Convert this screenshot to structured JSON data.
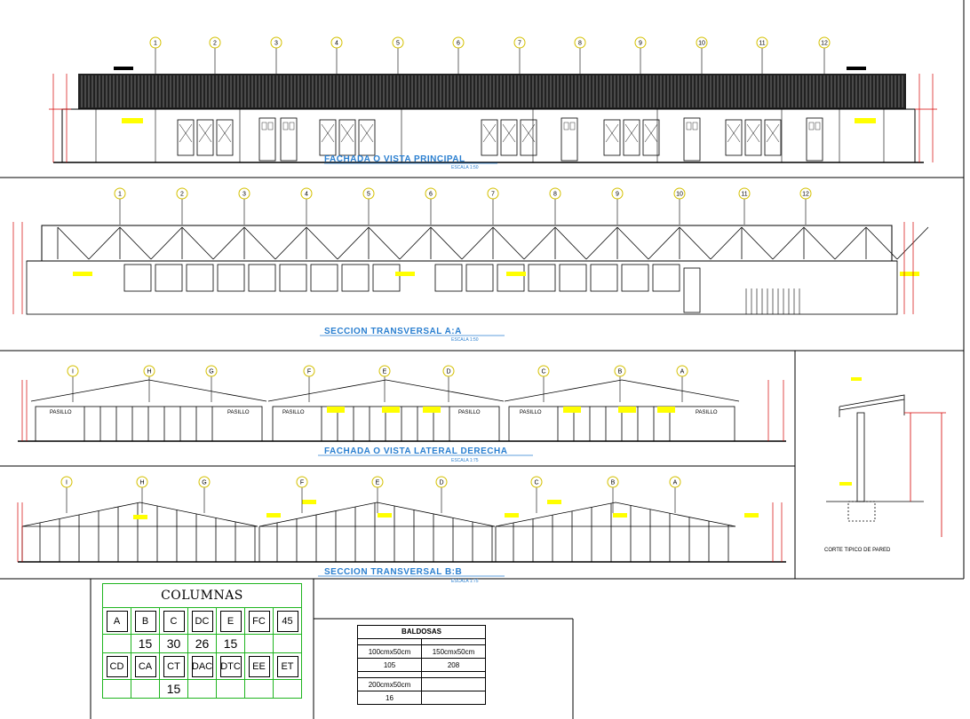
{
  "drawing": {
    "sections": [
      {
        "title": "FACHADA O VISTA PRINCIPAL",
        "scale": "ESCALA 1:50"
      },
      {
        "title": "SECCION TRANSVERSAL A:A",
        "scale": "ESCALA 1:50"
      },
      {
        "title": "FACHADA O VISTA LATERAL DERECHA",
        "scale": "ESCALA 1:75"
      },
      {
        "title": "SECCION TRANSVERSAL B:B",
        "scale": "ESCALA 1:75"
      }
    ],
    "wall_detail_title": "CORTE TIPICO DE PARED",
    "axis_labels_top": [
      "1",
      "2",
      "3",
      "4",
      "5",
      "6",
      "7",
      "8",
      "9",
      "10",
      "11",
      "12"
    ],
    "axis_labels_side": [
      "I",
      "H",
      "G",
      "F",
      "E",
      "D",
      "C",
      "B",
      "A"
    ],
    "room_labels": [
      "PASILLO",
      "PASILLO",
      "PASILLO",
      "PASILLO",
      "PASILLO",
      "PASILLO"
    ]
  },
  "columnas": {
    "title": "COLUMNAS",
    "row1_types": [
      "A",
      "B",
      "C",
      "DC",
      "E",
      "FC",
      "45"
    ],
    "row1_counts": [
      "",
      "15",
      "30",
      "26",
      "15",
      "",
      ""
    ],
    "row2_types": [
      "CD",
      "CA",
      "CT",
      "DAC",
      "DTC",
      "EE",
      "ET"
    ],
    "row2_counts": [
      "",
      "",
      "15",
      "",
      "",
      "",
      ""
    ]
  },
  "baldosas": {
    "title": "BALDOSAS",
    "col1": "100cmx50cm",
    "col2": "150cmx50cm",
    "val1": "105",
    "val2": "208",
    "col3": "200cmx50cm",
    "val3": "16"
  }
}
